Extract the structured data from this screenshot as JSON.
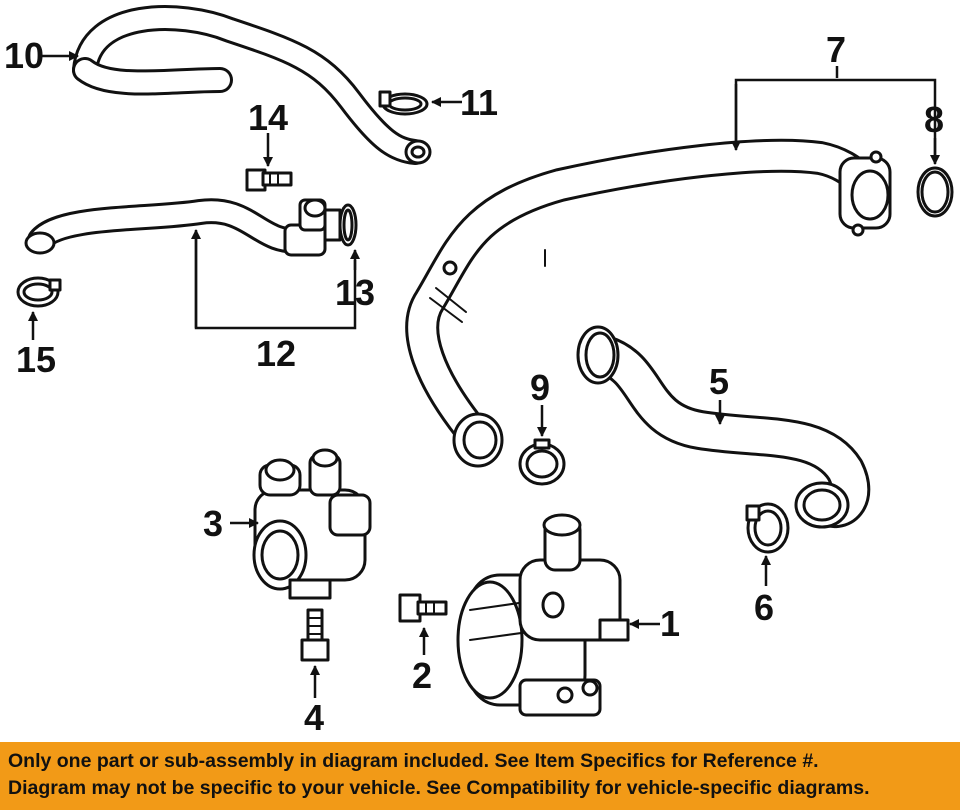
{
  "callouts": {
    "c1": "1",
    "c2": "2",
    "c3": "3",
    "c4": "4",
    "c5": "5",
    "c6": "6",
    "c7": "7",
    "c8": "8",
    "c9": "9",
    "c10": "10",
    "c11": "11",
    "c12": "12",
    "c13": "13",
    "c14": "14",
    "c15": "15"
  },
  "banner": {
    "line1": "Only one part or sub-assembly in diagram included. See Item Specifics for Reference #.",
    "line2": "Diagram may not be specific to your vehicle. See Compatibility for vehicle-specific diagrams."
  },
  "colors": {
    "banner_bg": "#f29a17",
    "line": "#111111",
    "background": "#ffffff"
  }
}
